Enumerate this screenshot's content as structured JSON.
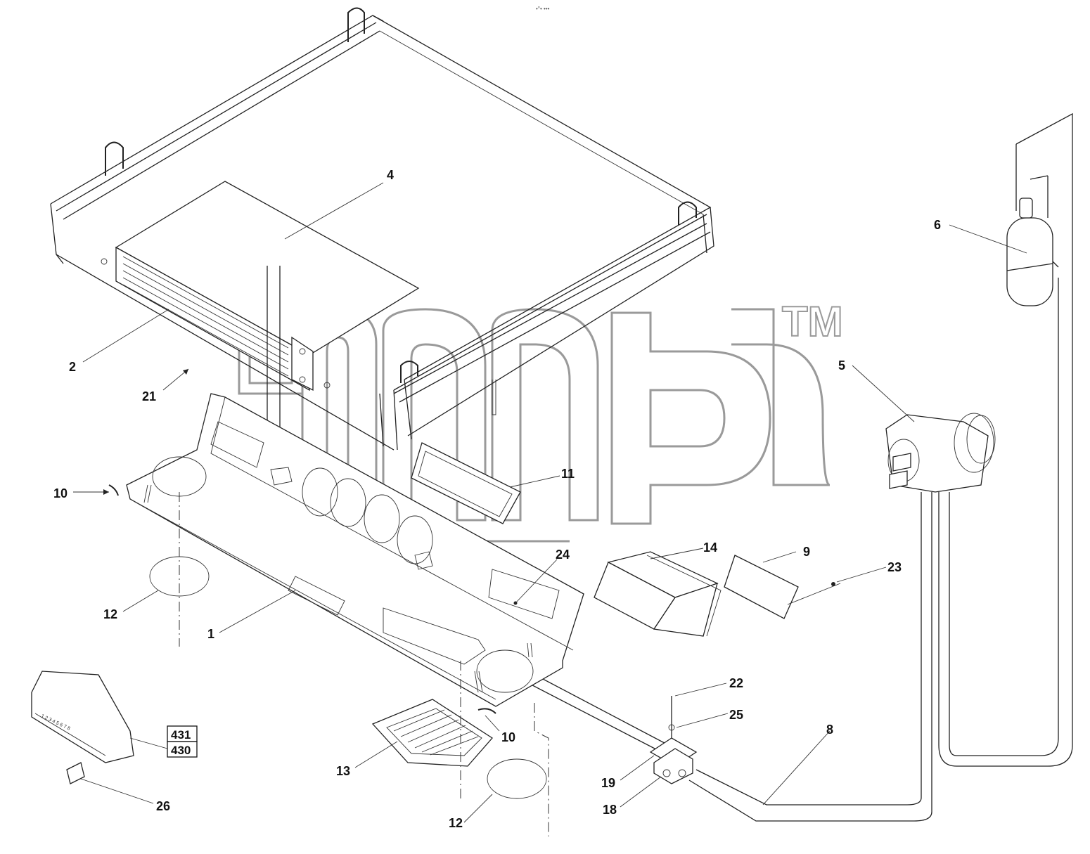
{
  "diagram": {
    "top_mark": "•°• •••",
    "watermark_tm": "TM",
    "callouts": [
      {
        "key": "c4",
        "label": "4"
      },
      {
        "key": "c2",
        "label": "2"
      },
      {
        "key": "c21",
        "label": "21"
      },
      {
        "key": "c6",
        "label": "6"
      },
      {
        "key": "c5",
        "label": "5"
      },
      {
        "key": "c10a",
        "label": "10"
      },
      {
        "key": "c11",
        "label": "11"
      },
      {
        "key": "c24",
        "label": "24"
      },
      {
        "key": "c14",
        "label": "14"
      },
      {
        "key": "c9",
        "label": "9"
      },
      {
        "key": "c23",
        "label": "23"
      },
      {
        "key": "c12a",
        "label": "12"
      },
      {
        "key": "c1",
        "label": "1"
      },
      {
        "key": "c22",
        "label": "22"
      },
      {
        "key": "c25",
        "label": "25"
      },
      {
        "key": "c8",
        "label": "8"
      },
      {
        "key": "c10b",
        "label": "10"
      },
      {
        "key": "c13",
        "label": "13"
      },
      {
        "key": "c19",
        "label": "19"
      },
      {
        "key": "c18",
        "label": "18"
      },
      {
        "key": "c26",
        "label": "26"
      },
      {
        "key": "c12b",
        "label": "12"
      }
    ],
    "ref_boxes": [
      "431",
      "430"
    ],
    "fuse_box_numbers": "1 2 3 4 5 6 7 8"
  }
}
